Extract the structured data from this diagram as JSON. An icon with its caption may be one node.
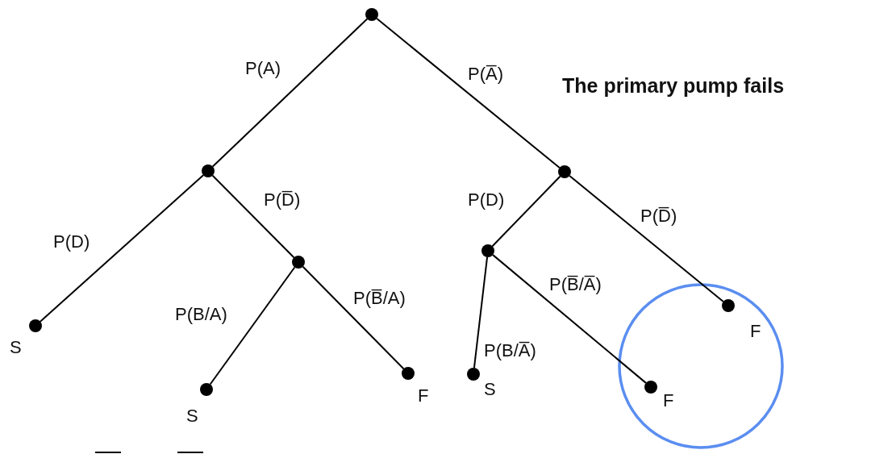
{
  "diagram": {
    "nodes": [
      {
        "text": [],
        "shape": "circle"
      },
      {
        "text": [],
        "shape": "circle"
      },
      {
        "text": [],
        "shape": "circle"
      },
      {
        "text": [],
        "shape": "circle"
      },
      {
        "text": [],
        "shape": "circle"
      },
      {
        "text": [],
        "shape": "circle",
        "beside": [
          "F"
        ]
      },
      {
        "text": [],
        "shape": "circle",
        "beside": [
          "S"
        ]
      },
      {
        "text": [],
        "shape": "circle",
        "beside": [
          "S"
        ]
      },
      {
        "text": [],
        "shape": "circle",
        "beside": [
          "F"
        ]
      },
      {
        "text": [],
        "shape": "circle",
        "beside": [
          "S"
        ]
      },
      {
        "text": [],
        "shape": "circle",
        "beside": [
          "F"
        ]
      }
    ],
    "edges": [
      {
        "from": 0,
        "to": 1,
        "arrow": "none",
        "label": "P(A)"
      },
      {
        "from": 0,
        "to": 2,
        "arrow": "none",
        "label": "P(A̅)"
      },
      {
        "from": 1,
        "to": 6,
        "arrow": "none",
        "label": "P(D)"
      },
      {
        "from": 1,
        "to": 3,
        "arrow": "none",
        "label": "P(D̅)"
      },
      {
        "from": 3,
        "to": 7,
        "arrow": "none",
        "label": "P(B/A)"
      },
      {
        "from": 3,
        "to": 8,
        "arrow": "none",
        "label": "P(B̅/A)"
      },
      {
        "from": 2,
        "to": 4,
        "arrow": "none",
        "label": "P(D)"
      },
      {
        "from": 2,
        "to": 5,
        "arrow": "none",
        "label": "P(D̅)"
      },
      {
        "from": 4,
        "to": 9,
        "arrow": "none",
        "label": "P(B/A̅)"
      },
      {
        "from": 4,
        "to": 10,
        "arrow": "none",
        "label": "P(B̅/A̅)"
      }
    ],
    "labels": [
      "The primary pump fails"
    ]
  }
}
